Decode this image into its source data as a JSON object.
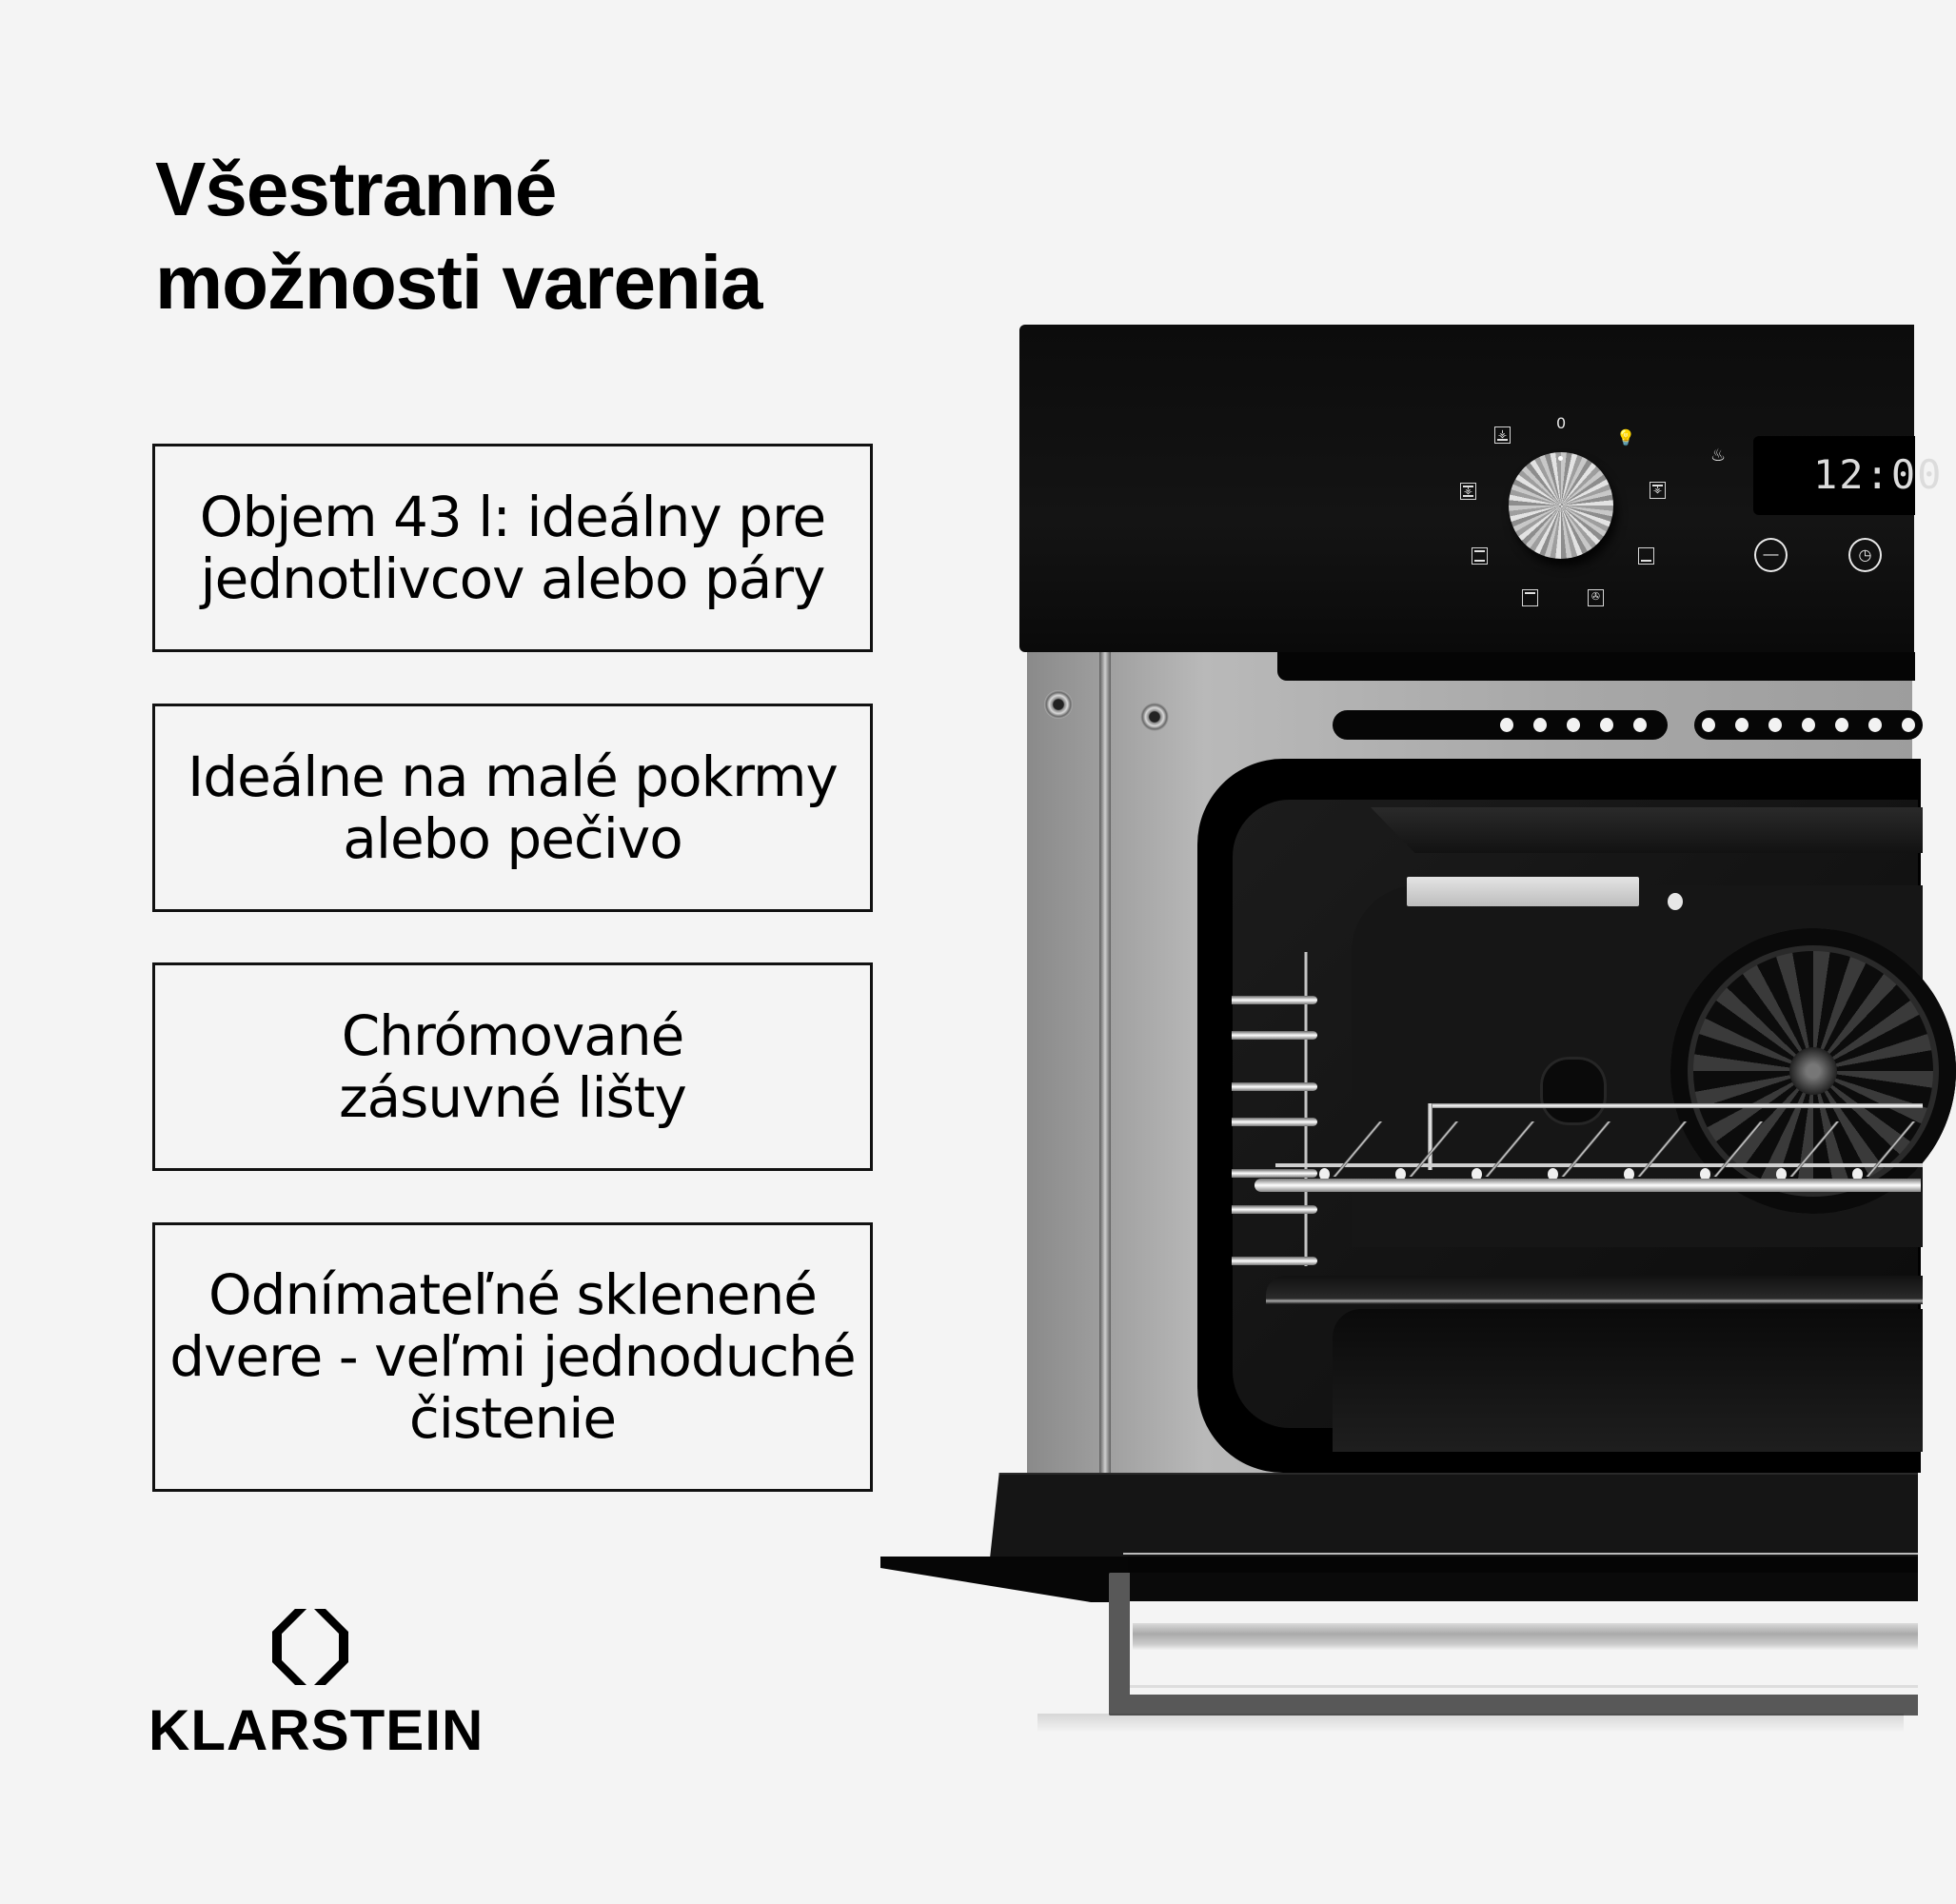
{
  "header": {
    "title_lines": [
      "Všestranné",
      "možnosti varenia"
    ]
  },
  "features": [
    {
      "text": "Objem 43 l: ideálny pre\njednotlivcov alebo páry"
    },
    {
      "text": "Ideálne na malé pokrmy\nalebo pečivo"
    },
    {
      "text": "Chrómované\nzásuvné lišty"
    },
    {
      "text": "Odnímateľné sklenené\ndvere - veľmi jednoduché\nčistenie"
    }
  ],
  "brand": {
    "name": "KLARSTEIN",
    "logo_icon": "octagon-brackets-logo"
  },
  "oven": {
    "display_time": "12:00",
    "knob_zero_label": "0",
    "mode_icons": [
      "grill-fan-icon",
      "light-bulb-icon",
      "defrost-fan-icon",
      "bottom-heat-icon",
      "fan-assisted-icon",
      "top-heat-icon",
      "top-bottom-heat-icon",
      "double-grill-fan-icon"
    ],
    "steam_icon": "steam-bowl-icon",
    "buttons": [
      {
        "name": "minus-button",
        "icon": "minus-icon",
        "glyph": "—"
      },
      {
        "name": "clock-button",
        "icon": "clock-icon",
        "glyph": "◷"
      }
    ],
    "shelf_positions": 7,
    "colors": {
      "panel": "#0c0c0c",
      "steel": "#a8a8a8",
      "background": "#f4f4f4"
    }
  }
}
